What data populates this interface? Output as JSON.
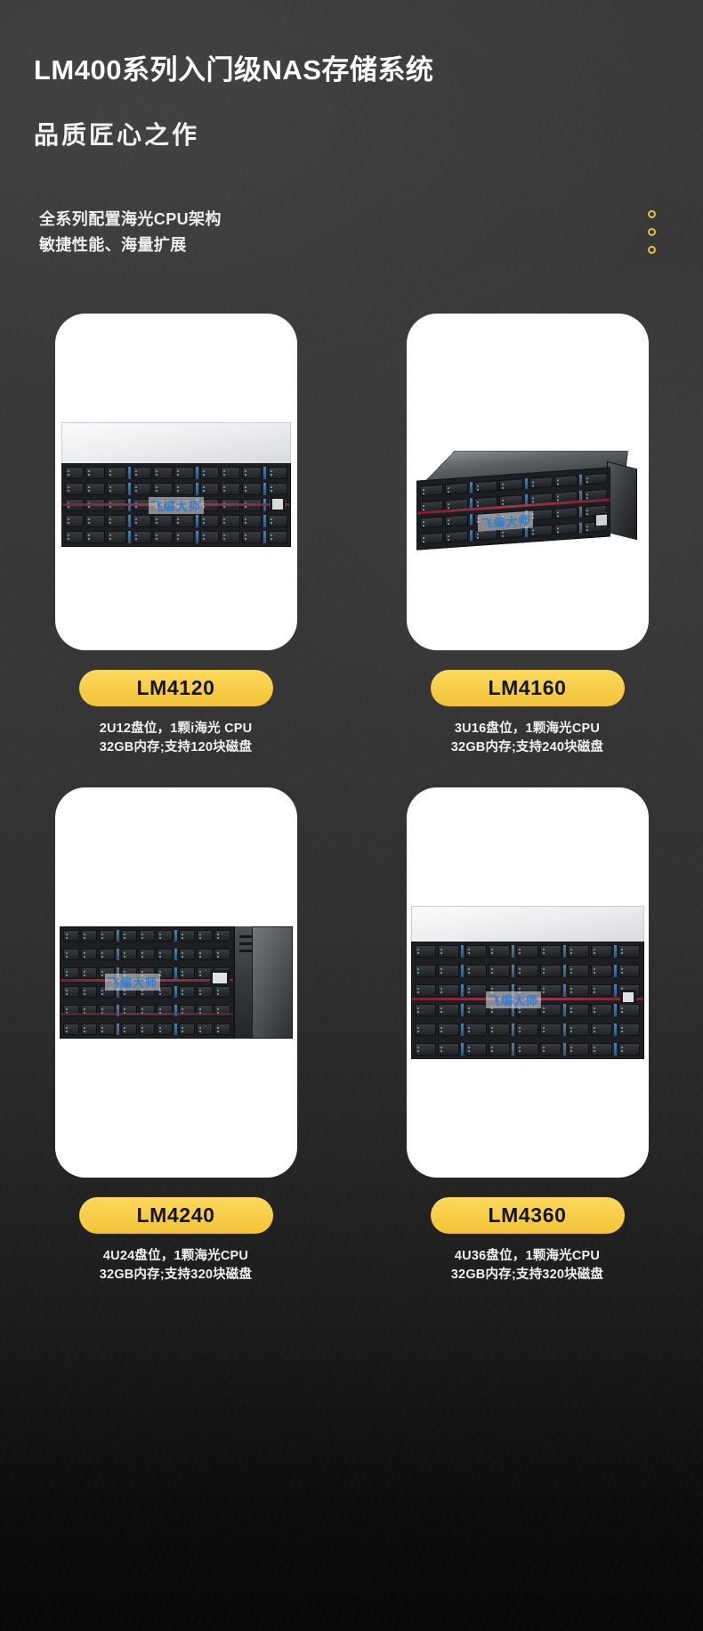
{
  "header": {
    "title": "LM400系列入门级NAS存储系统",
    "subtitle": "品质匠心之作",
    "tagline_line1": "全系列配置海光CPU架构",
    "tagline_line2": "敏捷性能、海量扩展"
  },
  "decor": {
    "dot_color": "#e8c341",
    "dot_count": 3
  },
  "colors": {
    "background_top": "#3a3a3a",
    "background_bottom": "#080808",
    "pill": "#f7cd46",
    "pill_text": "#141414",
    "accent_yellow": "#e8c341",
    "watermark_blue": "#2f7fd0",
    "stripe_red": "#b8394f"
  },
  "watermark": "飞编大师",
  "products": [
    {
      "name": "LM4120",
      "spec_line1": "2U12盘位，1颗i海光 CPU",
      "spec_line2": "32GB内存;支持120块磁盘",
      "image_alt": "LM4120 2U rack storage server front view"
    },
    {
      "name": "LM4160",
      "spec_line1": "3U16盘位，1颗海光CPU",
      "spec_line2": "32GB内存;支持240块磁盘",
      "image_alt": "LM4160 3U rack storage server angled view"
    },
    {
      "name": "LM4240",
      "spec_line1": "4U24盘位，1颗海光CPU",
      "spec_line2": "32GB内存;支持320块磁盘",
      "image_alt": "LM4240 4U rack storage server front view"
    },
    {
      "name": "LM4360",
      "spec_line1": "4U36盘位，1颗海光CPU",
      "spec_line2": "32GB内存;支持320块磁盘",
      "image_alt": "LM4360 4U rack storage server front view"
    }
  ]
}
